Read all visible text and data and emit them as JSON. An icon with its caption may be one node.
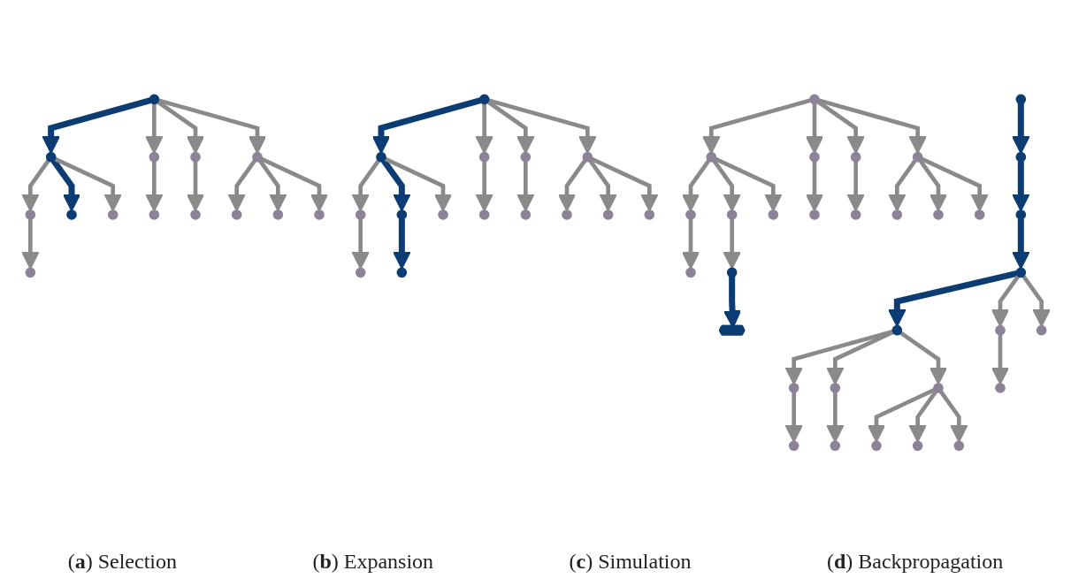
{
  "diagram": {
    "nodes": [
      {
        "text": [],
        "shape": "circle"
      },
      {
        "text": [],
        "shape": "circle"
      },
      {
        "text": [],
        "shape": "circle"
      },
      {
        "text": [],
        "shape": "circle"
      },
      {
        "text": [],
        "shape": "circle"
      },
      {
        "text": [],
        "shape": "circle"
      },
      {
        "text": [],
        "shape": "circle"
      },
      {
        "text": [],
        "shape": "circle"
      },
      {
        "text": [],
        "shape": "circle"
      },
      {
        "text": [],
        "shape": "circle"
      },
      {
        "text": [],
        "shape": "circle"
      },
      {
        "text": [],
        "shape": "circle"
      },
      {
        "text": [],
        "shape": "circle"
      },
      {
        "text": [],
        "shape": "circle"
      },
      {
        "text": [],
        "shape": "circle"
      },
      {
        "text": [],
        "shape": "circle"
      },
      {
        "text": [],
        "shape": "circle"
      },
      {
        "text": [],
        "shape": "circle"
      },
      {
        "text": [],
        "shape": "circle"
      },
      {
        "text": [],
        "shape": "circle"
      },
      {
        "text": [],
        "shape": "circle"
      },
      {
        "text": [],
        "shape": "circle"
      },
      {
        "text": [],
        "shape": "circle"
      },
      {
        "text": [],
        "shape": "circle"
      },
      {
        "text": [],
        "shape": "circle"
      },
      {
        "text": [],
        "shape": "circle"
      },
      {
        "text": [],
        "shape": "circle"
      },
      {
        "text": [],
        "shape": "circle"
      },
      {
        "text": [],
        "shape": "circle"
      },
      {
        "text": [],
        "shape": "circle"
      },
      {
        "text": [],
        "shape": "circle"
      },
      {
        "text": [],
        "shape": "circle"
      },
      {
        "text": [],
        "shape": "circle"
      },
      {
        "text": [],
        "shape": "circle"
      },
      {
        "text": [],
        "shape": "circle"
      },
      {
        "text": [],
        "shape": "circle"
      },
      {
        "text": [],
        "shape": "circle"
      },
      {
        "text": [],
        "shape": "circle"
      },
      {
        "text": [],
        "shape": "circle"
      },
      {
        "text": [],
        "shape": "circle"
      },
      {
        "text": [],
        "shape": "circle"
      },
      {
        "text": [],
        "shape": "circle"
      },
      {
        "text": [],
        "shape": "circle"
      },
      {
        "text": [],
        "shape": "circle"
      },
      {
        "text": [],
        "shape": "hexagon"
      },
      {
        "text": [],
        "shape": "circle"
      },
      {
        "text": [],
        "shape": "circle"
      },
      {
        "text": [],
        "shape": "circle"
      },
      {
        "text": [],
        "shape": "circle"
      },
      {
        "text": [],
        "shape": "circle"
      },
      {
        "text": [],
        "shape": "circle"
      },
      {
        "text": [],
        "shape": "circle"
      },
      {
        "text": [],
        "shape": "circle"
      },
      {
        "text": [],
        "shape": "circle"
      },
      {
        "text": [],
        "shape": "circle"
      },
      {
        "text": [],
        "shape": "circle"
      },
      {
        "text": [],
        "shape": "circle"
      },
      {
        "text": [],
        "shape": "circle"
      },
      {
        "text": [],
        "shape": "circle"
      },
      {
        "text": [],
        "shape": "circle"
      },
      {
        "text": [],
        "shape": "circle"
      }
    ],
    "edges": [
      {
        "from": 0,
        "to": 1,
        "arrow": "to",
        "color": "#0b3c73"
      },
      {
        "from": 0,
        "to": 2,
        "arrow": "to"
      },
      {
        "from": 0,
        "to": 3,
        "arrow": "to"
      },
      {
        "from": 0,
        "to": 4,
        "arrow": "to"
      },
      {
        "from": 1,
        "to": 5,
        "arrow": "to"
      },
      {
        "from": 1,
        "to": 6,
        "arrow": "to",
        "color": "#0b3c73"
      },
      {
        "from": 1,
        "to": 7,
        "arrow": "to"
      },
      {
        "from": 2,
        "to": 8,
        "arrow": "to"
      },
      {
        "from": 3,
        "to": 9,
        "arrow": "to"
      },
      {
        "from": 4,
        "to": 10,
        "arrow": "to"
      },
      {
        "from": 4,
        "to": 11,
        "arrow": "to"
      },
      {
        "from": 4,
        "to": 12,
        "arrow": "to"
      },
      {
        "from": 5,
        "to": 13,
        "arrow": "to"
      },
      {
        "from": 14,
        "to": 15,
        "arrow": "to",
        "color": "#0b3c73"
      },
      {
        "from": 14,
        "to": 16,
        "arrow": "to"
      },
      {
        "from": 14,
        "to": 17,
        "arrow": "to"
      },
      {
        "from": 14,
        "to": 18,
        "arrow": "to"
      },
      {
        "from": 15,
        "to": 19,
        "arrow": "to"
      },
      {
        "from": 15,
        "to": 20,
        "arrow": "to",
        "color": "#0b3c73"
      },
      {
        "from": 15,
        "to": 21,
        "arrow": "to"
      },
      {
        "from": 16,
        "to": 22,
        "arrow": "to"
      },
      {
        "from": 17,
        "to": 23,
        "arrow": "to"
      },
      {
        "from": 18,
        "to": 24,
        "arrow": "to"
      },
      {
        "from": 18,
        "to": 25,
        "arrow": "to"
      },
      {
        "from": 18,
        "to": 26,
        "arrow": "to"
      },
      {
        "from": 19,
        "to": 27,
        "arrow": "to"
      },
      {
        "from": 20,
        "to": 28,
        "arrow": "to",
        "color": "#0b3c73"
      },
      {
        "from": 29,
        "to": 30,
        "arrow": "to"
      },
      {
        "from": 29,
        "to": 31,
        "arrow": "to"
      },
      {
        "from": 29,
        "to": 32,
        "arrow": "to"
      },
      {
        "from": 29,
        "to": 33,
        "arrow": "to"
      },
      {
        "from": 30,
        "to": 34,
        "arrow": "to"
      },
      {
        "from": 30,
        "to": 35,
        "arrow": "to"
      },
      {
        "from": 30,
        "to": 36,
        "arrow": "to"
      },
      {
        "from": 31,
        "to": 37,
        "arrow": "to"
      },
      {
        "from": 32,
        "to": 38,
        "arrow": "to"
      },
      {
        "from": 33,
        "to": 39,
        "arrow": "to"
      },
      {
        "from": 33,
        "to": 40,
        "arrow": "to"
      },
      {
        "from": 33,
        "to": 41,
        "arrow": "to"
      },
      {
        "from": 34,
        "to": 42,
        "arrow": "to"
      },
      {
        "from": 35,
        "to": 43,
        "arrow": "to"
      },
      {
        "from": 43,
        "to": 44,
        "arrow": "to",
        "color": "#0b3c73"
      },
      {
        "from": 46,
        "to": 45,
        "arrow": "to",
        "color": "#0b3c73"
      },
      {
        "from": 45,
        "to": 47,
        "arrow": "to"
      },
      {
        "from": 45,
        "to": 48,
        "arrow": "to"
      },
      {
        "from": 45,
        "to": 49,
        "arrow": "to"
      },
      {
        "from": 46,
        "to": 50,
        "arrow": "to"
      },
      {
        "from": 51,
        "to": 46,
        "arrow": "to",
        "color": "#0b3c73"
      },
      {
        "from": 46,
        "to": 52,
        "arrow": "to"
      },
      {
        "from": 47,
        "to": 53,
        "arrow": "to"
      },
      {
        "from": 48,
        "to": 54,
        "arrow": "to"
      },
      {
        "from": 49,
        "to": 55,
        "arrow": "to"
      },
      {
        "from": 49,
        "to": 56,
        "arrow": "to"
      },
      {
        "from": 49,
        "to": 57,
        "arrow": "to"
      },
      {
        "from": 50,
        "to": 58,
        "arrow": "to"
      },
      {
        "from": 59,
        "to": 51,
        "arrow": "to",
        "color": "#0b3c73"
      },
      {
        "from": 60,
        "to": 59,
        "arrow": "to",
        "color": "#0b3c73"
      }
    ],
    "labels": [
      "(**a**) Selection",
      "(**b**) Expansion",
      "(**c**) Simulation",
      "(**d**) Backpropagation"
    ]
  }
}
